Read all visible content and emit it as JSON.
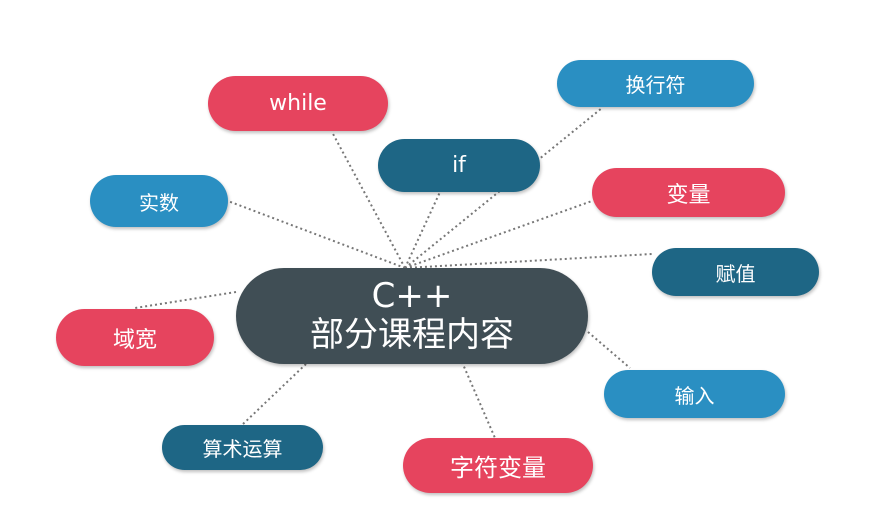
{
  "center": {
    "line1": "C++",
    "line2": "部分课程内容",
    "color": "#404e55"
  },
  "colors": {
    "red": "#e6445e",
    "blue": "#2a8fc2",
    "navy": "#1e6685",
    "link": "#777777"
  },
  "nodes": {
    "while": "while",
    "newline": "换行符",
    "if": "if",
    "real": "实数",
    "variable": "变量",
    "assign": "赋值",
    "width": "域宽",
    "input": "输入",
    "arith": "算术运算",
    "charvar": "字符变量"
  }
}
